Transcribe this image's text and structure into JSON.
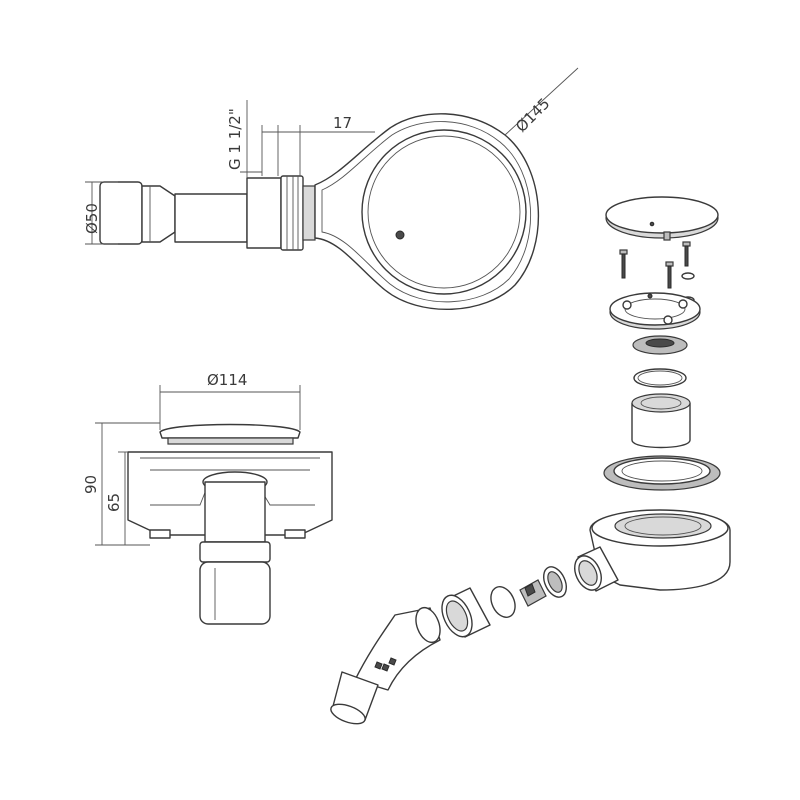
{
  "dimensions": {
    "pipe_diameter": "Ø50",
    "thread": "G 1 1/2\"",
    "offset": "17",
    "flange_diameter": "Ø145",
    "cover_diameter": "Ø114",
    "total_height": "90",
    "body_height": "65"
  },
  "colors": {
    "stroke": "#3a3a3a",
    "fill_light": "#d9d9d9",
    "fill_mid": "#bdbdbd"
  }
}
